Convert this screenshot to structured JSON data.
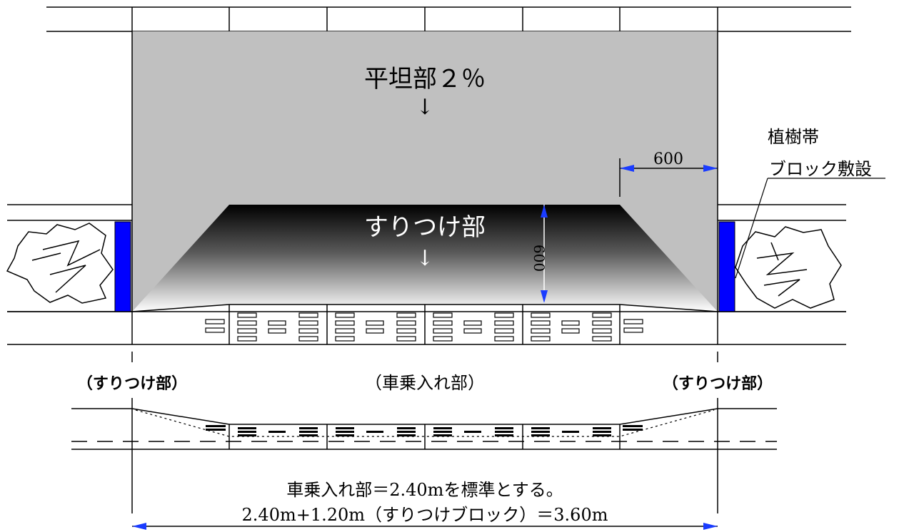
{
  "labels": {
    "flat_section": "平坦部２％",
    "flat_arrow": "↓",
    "transition_section": "すりつけ部",
    "transition_arrow": "↓",
    "dim_top": "600",
    "dim_vertical": "600",
    "planting_strip": "植樹帯",
    "block_paving": "ブロック敷設",
    "left_transition": "（すりつけ部）",
    "vehicle_entry": "（車乗入れ部）",
    "right_transition": "（すりつけ部）",
    "note_standard": "車乗入れ部＝2.40mを標準とする。",
    "note_total": "2.40m+1.20m（すりつけブロック）＝3.60m"
  },
  "colors": {
    "flat_fill": "#c0c0c0",
    "curb_blue": "#0000ff",
    "arrow_blue": "#1a3cff",
    "line": "#000000"
  }
}
